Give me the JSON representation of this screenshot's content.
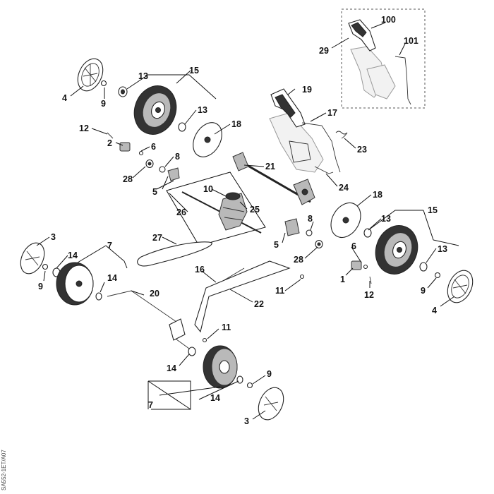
{
  "figure": {
    "side_code": "SA552-1ET/A07"
  },
  "labels": {
    "l100": "100",
    "l101": "101",
    "l29": "29",
    "l4a": "4",
    "l9a": "9",
    "l13a": "13",
    "l15a": "15",
    "l13b": "13",
    "l19": "19",
    "l17": "17",
    "l12a": "12",
    "l18a": "18",
    "l23": "23",
    "l6a": "6",
    "l2": "2",
    "l8a": "8",
    "l28a": "28",
    "l21": "21",
    "l5a": "5",
    "l24": "24",
    "l10": "10",
    "l25": "25",
    "l26": "26",
    "l18b": "18",
    "l15b": "15",
    "l13c": "13",
    "l8b": "8",
    "l27": "27",
    "l3a": "3",
    "l7a": "7",
    "l14a": "14",
    "l5b": "5",
    "l6b": "6",
    "l13d": "13",
    "l28b": "28",
    "l9b": "9",
    "l16": "16",
    "l14b": "14",
    "l1": "1",
    "l11a": "11",
    "l22": "22",
    "l12b": "12",
    "l9c": "9",
    "l4b": "4",
    "l20": "20",
    "l11b": "11",
    "l14c": "14",
    "l9d": "9",
    "l7b": "7",
    "l14d": "14",
    "l3b": "3"
  }
}
